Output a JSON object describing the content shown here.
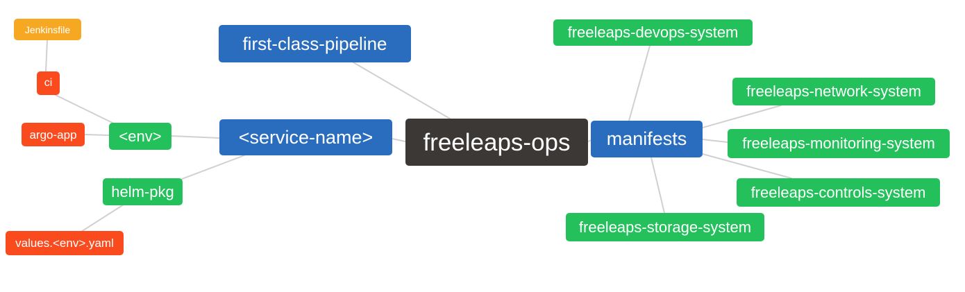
{
  "diagram": {
    "type": "mindmap",
    "root_label": "freeleaps-ops",
    "colors": {
      "blue": "#2a6cbd",
      "green": "#23c05c",
      "dark": "#3b3836",
      "orange": "#f7a823",
      "red": "#fa4b1f",
      "edge": "#d0d0d0",
      "background": "#ffffff",
      "node_text": "#ffffff"
    },
    "nodes": {
      "jenkinsfile": {
        "label": "Jenkinsfile",
        "color": "#f7a823"
      },
      "ci": {
        "label": "ci",
        "color": "#fa4b1f"
      },
      "argo_app": {
        "label": "argo-app",
        "color": "#fa4b1f"
      },
      "env": {
        "label": "<env>",
        "color": "#23c05c"
      },
      "helm_pkg": {
        "label": "helm-pkg",
        "color": "#23c05c"
      },
      "values_env_yaml": {
        "label": "values.<env>.yaml",
        "color": "#fa4b1f"
      },
      "first_class_pipeline": {
        "label": "first-class-pipeline",
        "color": "#2a6cbd"
      },
      "service_name": {
        "label": "<service-name>",
        "color": "#2a6cbd"
      },
      "freeleaps_ops": {
        "label": "freeleaps-ops",
        "color": "#3b3836"
      },
      "manifests": {
        "label": "manifests",
        "color": "#2a6cbd"
      },
      "devops_system": {
        "label": "freeleaps-devops-system",
        "color": "#23c05c"
      },
      "network_system": {
        "label": "freeleaps-network-system",
        "color": "#23c05c"
      },
      "monitoring_system": {
        "label": "freeleaps-monitoring-system",
        "color": "#23c05c"
      },
      "controls_system": {
        "label": "freeleaps-controls-system",
        "color": "#23c05c"
      },
      "storage_system": {
        "label": "freeleaps-storage-system",
        "color": "#23c05c"
      }
    },
    "edges": [
      {
        "from": "jenkinsfile",
        "to": "ci"
      },
      {
        "from": "ci",
        "to": "env"
      },
      {
        "from": "argo_app",
        "to": "env"
      },
      {
        "from": "env",
        "to": "service_name"
      },
      {
        "from": "service_name",
        "to": "freeleaps_ops"
      },
      {
        "from": "service_name",
        "to": "helm_pkg"
      },
      {
        "from": "helm_pkg",
        "to": "values_env_yaml"
      },
      {
        "from": "first_class_pipeline",
        "to": "freeleaps_ops"
      },
      {
        "from": "freeleaps_ops",
        "to": "manifests"
      },
      {
        "from": "manifests",
        "to": "devops_system"
      },
      {
        "from": "manifests",
        "to": "network_system"
      },
      {
        "from": "manifests",
        "to": "monitoring_system"
      },
      {
        "from": "manifests",
        "to": "controls_system"
      },
      {
        "from": "manifests",
        "to": "storage_system"
      }
    ]
  }
}
